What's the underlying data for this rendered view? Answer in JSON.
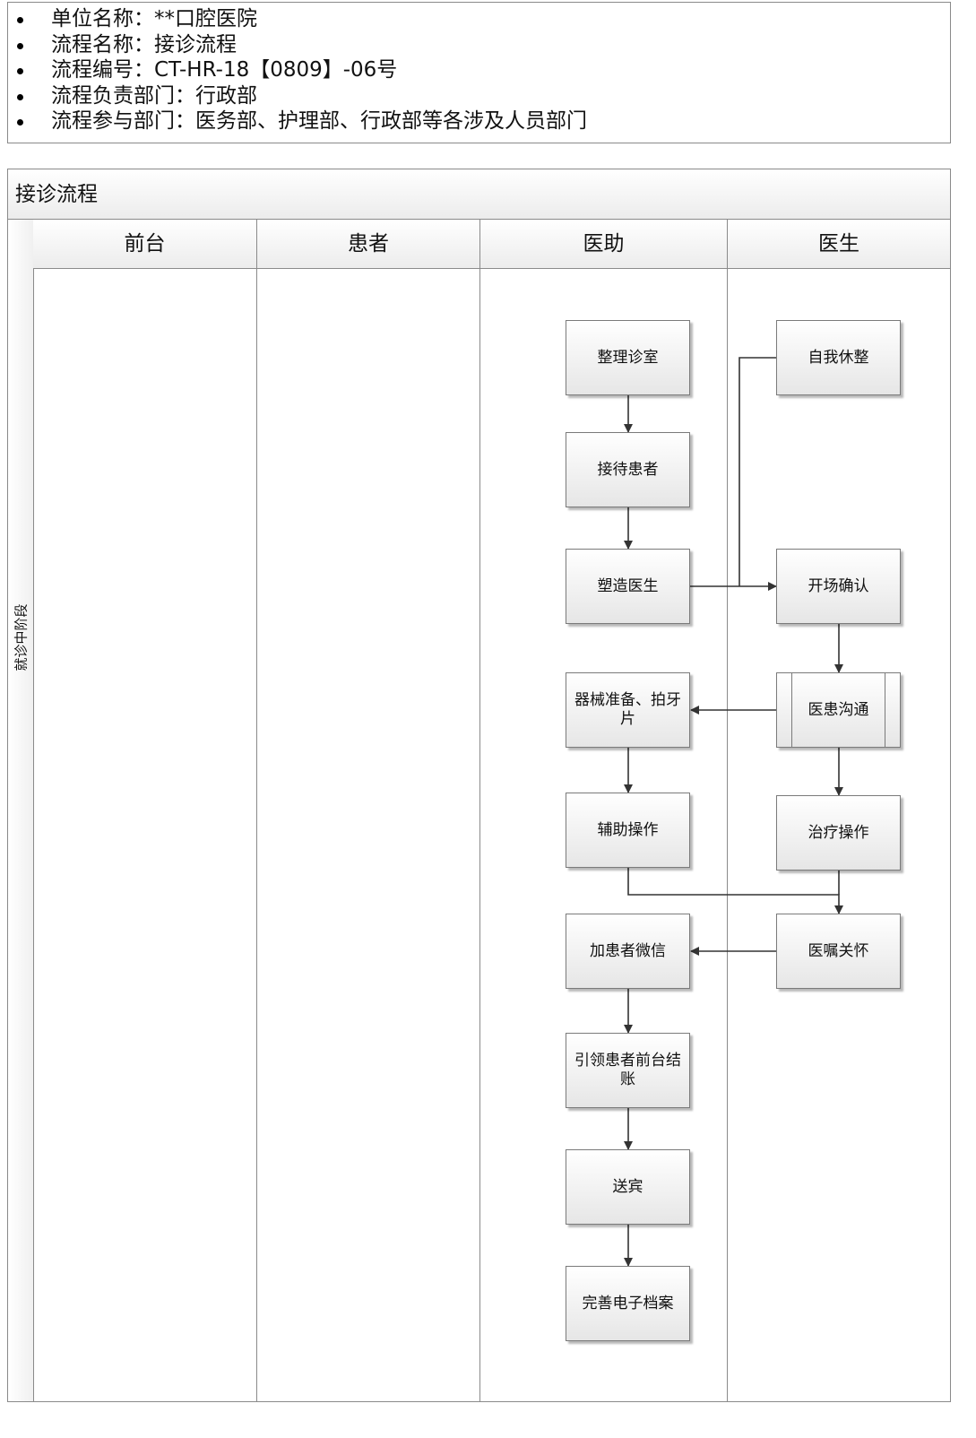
{
  "info": {
    "items": [
      "单位名称：**口腔医院",
      "流程名称：接诊流程",
      "流程编号：CT-HR-18【0809】-06号",
      "流程负责部门：行政部",
      "流程参与部门：医务部、护理部、行政部等各涉及人员部门"
    ]
  },
  "diagram": {
    "title": "接诊流程",
    "phase": "就诊中阶段",
    "lanes": [
      "前台",
      "患者",
      "医助",
      "医生"
    ],
    "nodes": {
      "organize_room": "整理诊室",
      "receive_patient": "接待患者",
      "build_doctor": "塑造医生",
      "self_rest": "自我休整",
      "opening_confirm": "开场确认",
      "instruments": "器械准备、拍牙片",
      "communication": "医患沟通",
      "assist_op": "辅助操作",
      "treatment": "治疗操作",
      "add_wechat": "加患者微信",
      "advice_care": "医嘱关怀",
      "guide_checkout": "引领患者前台结账",
      "see_off": "送宾",
      "complete_record": "完善电子档案"
    }
  }
}
